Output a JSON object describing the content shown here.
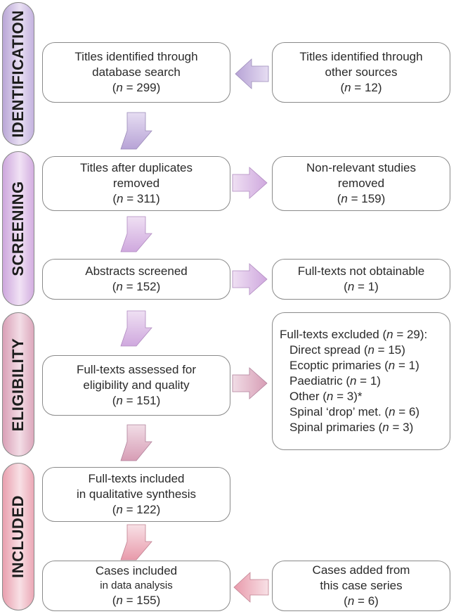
{
  "phases": [
    {
      "id": "identification",
      "label": "IDENTIFICATION"
    },
    {
      "id": "screening",
      "label": "SCREENING"
    },
    {
      "id": "eligibility",
      "label": "ELIGIBILITY"
    },
    {
      "id": "included",
      "label": "INCLUDED"
    }
  ],
  "boxes": {
    "database_search": {
      "line1": "Titles identified through",
      "line2": "database search",
      "n": "299"
    },
    "other_sources": {
      "line1": "Titles identified through",
      "line2": "other sources",
      "n": "12"
    },
    "after_duplicates": {
      "line1": "Titles after duplicates",
      "line2": "removed",
      "n": "311"
    },
    "non_relevant": {
      "line1": "Non-relevant studies",
      "line2": "removed",
      "n": "159"
    },
    "abstracts_screened": {
      "line1": "Abstracts screened",
      "n": "152"
    },
    "not_obtainable": {
      "line1": "Full-texts not obtainable",
      "n": "1"
    },
    "assessed": {
      "line1": "Full-texts assessed for",
      "line2": "eligibility and quality",
      "n": "151"
    },
    "excluded": {
      "heading_pre": "Full-texts excluded (",
      "heading_n": "29",
      "heading_post": "):",
      "items": [
        {
          "pre": "Direct spread (",
          "n": "15",
          "post": ")"
        },
        {
          "pre": "Ecoptic primaries (",
          "n": "1",
          "post": ")"
        },
        {
          "pre": "Paediatric (",
          "n": "1",
          "post": ")"
        },
        {
          "pre": "Other (",
          "n": "3",
          "post": ")*"
        },
        {
          "pre": "Spinal ‘drop’ met. (",
          "n": "6",
          "post": ")"
        },
        {
          "pre": "Spinal primaries (",
          "n": "3",
          "post": ")"
        }
      ]
    },
    "qualitative": {
      "line1": "Full-texts included",
      "line2": "in qualitative synthesis",
      "n": "122"
    },
    "data_analysis": {
      "line1": "Cases included",
      "line2": "in data analysis",
      "n": "155"
    },
    "case_series": {
      "line1": "Cases added from",
      "line2": "this case series",
      "n": "6"
    }
  },
  "n_symbol": "n",
  "equals": " = ",
  "colors": {
    "identification": "#c8b8e0",
    "screening": "#d9b7e3",
    "eligibility": "#e3b3c4",
    "included": "#f0b3c0",
    "border": "#8a8a8a"
  }
}
